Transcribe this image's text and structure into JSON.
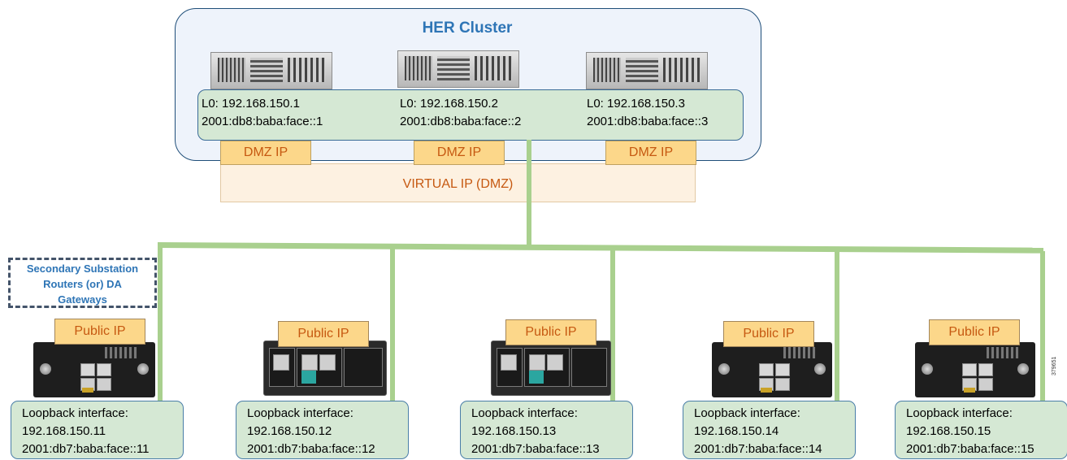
{
  "cluster": {
    "title": "HER Cluster",
    "nodes": [
      {
        "lo": "L0: 192.168.150.1",
        "ipv6": "2001:db8:baba:face::1",
        "dmz": "DMZ IP"
      },
      {
        "lo": "L0: 192.168.150.2",
        "ipv6": "2001:db8:baba:face::2",
        "dmz": "DMZ IP"
      },
      {
        "lo": "L0: 192.168.150.3",
        "ipv6": "2001:db8:baba:face::3",
        "dmz": "DMZ IP"
      }
    ],
    "virtual_ip": "VIRTUAL IP (DMZ)"
  },
  "secondary_label": {
    "line1": "Secondary Substation",
    "line2": "Routers (or) DA",
    "line3": "Gateways"
  },
  "routers": [
    {
      "public": "Public IP",
      "loop_label": "Loopback interface:",
      "ipv4": "192.168.150.11",
      "ipv6": "2001:db7:baba:face::11"
    },
    {
      "public": "Public IP",
      "loop_label": "Loopback interface:",
      "ipv4": "192.168.150.12",
      "ipv6": "2001:db7:baba:face::12"
    },
    {
      "public": "Public IP",
      "loop_label": "Loopback interface:",
      "ipv4": "192.168.150.13",
      "ipv6": "2001:db7:baba:face::13"
    },
    {
      "public": "Public IP",
      "loop_label": "Loopback interface:",
      "ipv4": "192.168.150.14",
      "ipv6": "2001:db7:baba:face::14"
    },
    {
      "public": "Public IP",
      "loop_label": "Loopback interface:",
      "ipv4": "192.168.150.15",
      "ipv6": "2001:db7:baba:face::15"
    }
  ],
  "figure_id": "379651",
  "colors": {
    "cluster_bg": "#eef3fb",
    "title_blue": "#2e75b6",
    "green_fill": "#d5e8d4",
    "link_green": "#a9d08e",
    "ip_box": "#fcd78a",
    "ip_text": "#c65911"
  }
}
